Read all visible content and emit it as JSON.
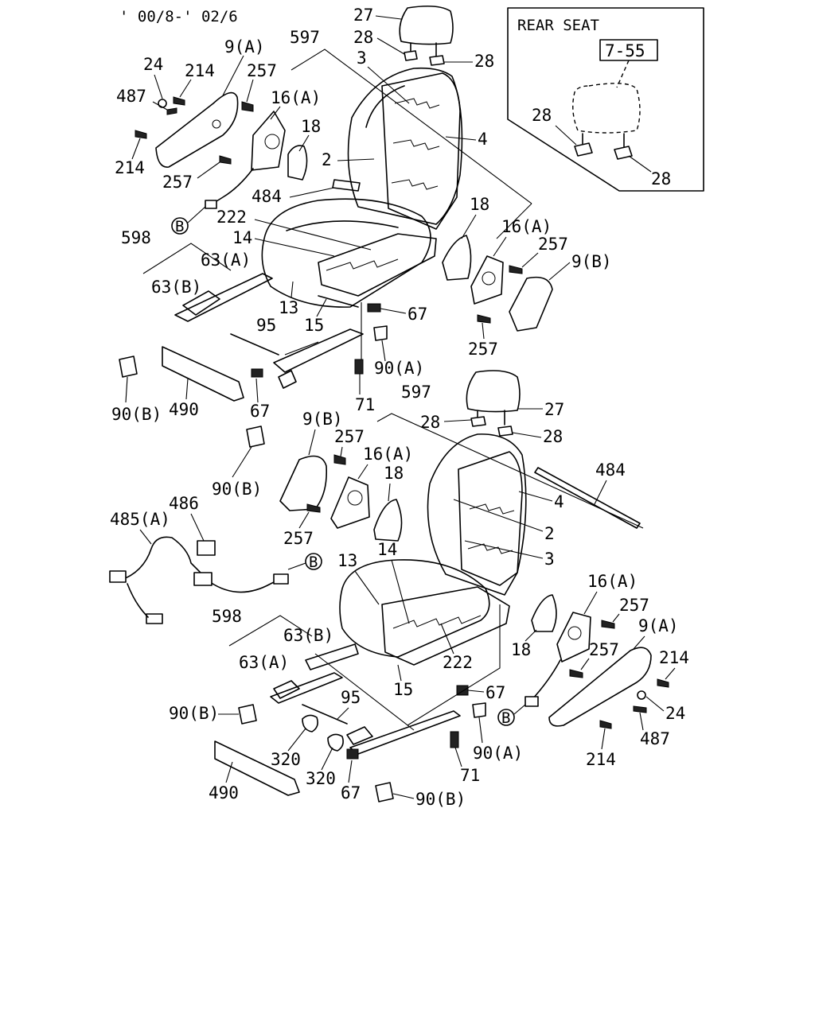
{
  "header": {
    "date_range": "' 00/8-' 02/6"
  },
  "inset": {
    "title": "REAR SEAT",
    "ref_box": "7-55"
  },
  "callout_circle": "B",
  "labels": {
    "l1": "27",
    "l2": "28",
    "l3": "28",
    "l4": "3",
    "l5": "597",
    "l6": "9(A)",
    "l7": "24",
    "l8": "214",
    "l9": "257",
    "l10": "16(A)",
    "l11": "487",
    "l12": "214",
    "l13": "18",
    "l14": "2",
    "l15": "4",
    "l16": "257",
    "l17": "484",
    "l18": "222",
    "l19": "14",
    "l20": "598",
    "l21": "63(A)",
    "l22": "63(B)",
    "l23": "13",
    "l24": "15",
    "l25": "95",
    "l26": "67",
    "l27": "90(A)",
    "l28": "71",
    "l29": "90(B)",
    "l30": "490",
    "l31": "67",
    "l32": "18",
    "l33": "16(A)",
    "l34": "257",
    "l35": "9(B)",
    "l36": "257",
    "l37": "28",
    "l38": "28",
    "m1": "597",
    "m2": "27",
    "m3": "28",
    "m4": "28",
    "m5": "9(B)",
    "m6": "257",
    "m7": "16(A)",
    "m8": "18",
    "m9": "484",
    "m10": "4",
    "m11": "2",
    "m12": "3",
    "m13": "90(B)",
    "m14": "486",
    "m15": "485(A)",
    "m16": "257",
    "m17": "13",
    "m18": "14",
    "m19": "16(A)",
    "m20": "257",
    "m21": "9(A)",
    "m22": "598",
    "m23": "63(B)",
    "m24": "257",
    "m25": "214",
    "m26": "63(A)",
    "m27": "18",
    "m28": "222",
    "m29": "15",
    "m30": "67",
    "m31": "24",
    "m32": "95",
    "m33": "90(B)",
    "m34": "487",
    "m35": "90(A)",
    "m36": "214",
    "m37": "320",
    "m38": "320",
    "m39": "71",
    "m40": "490",
    "m41": "67",
    "m42": "90(B)"
  }
}
